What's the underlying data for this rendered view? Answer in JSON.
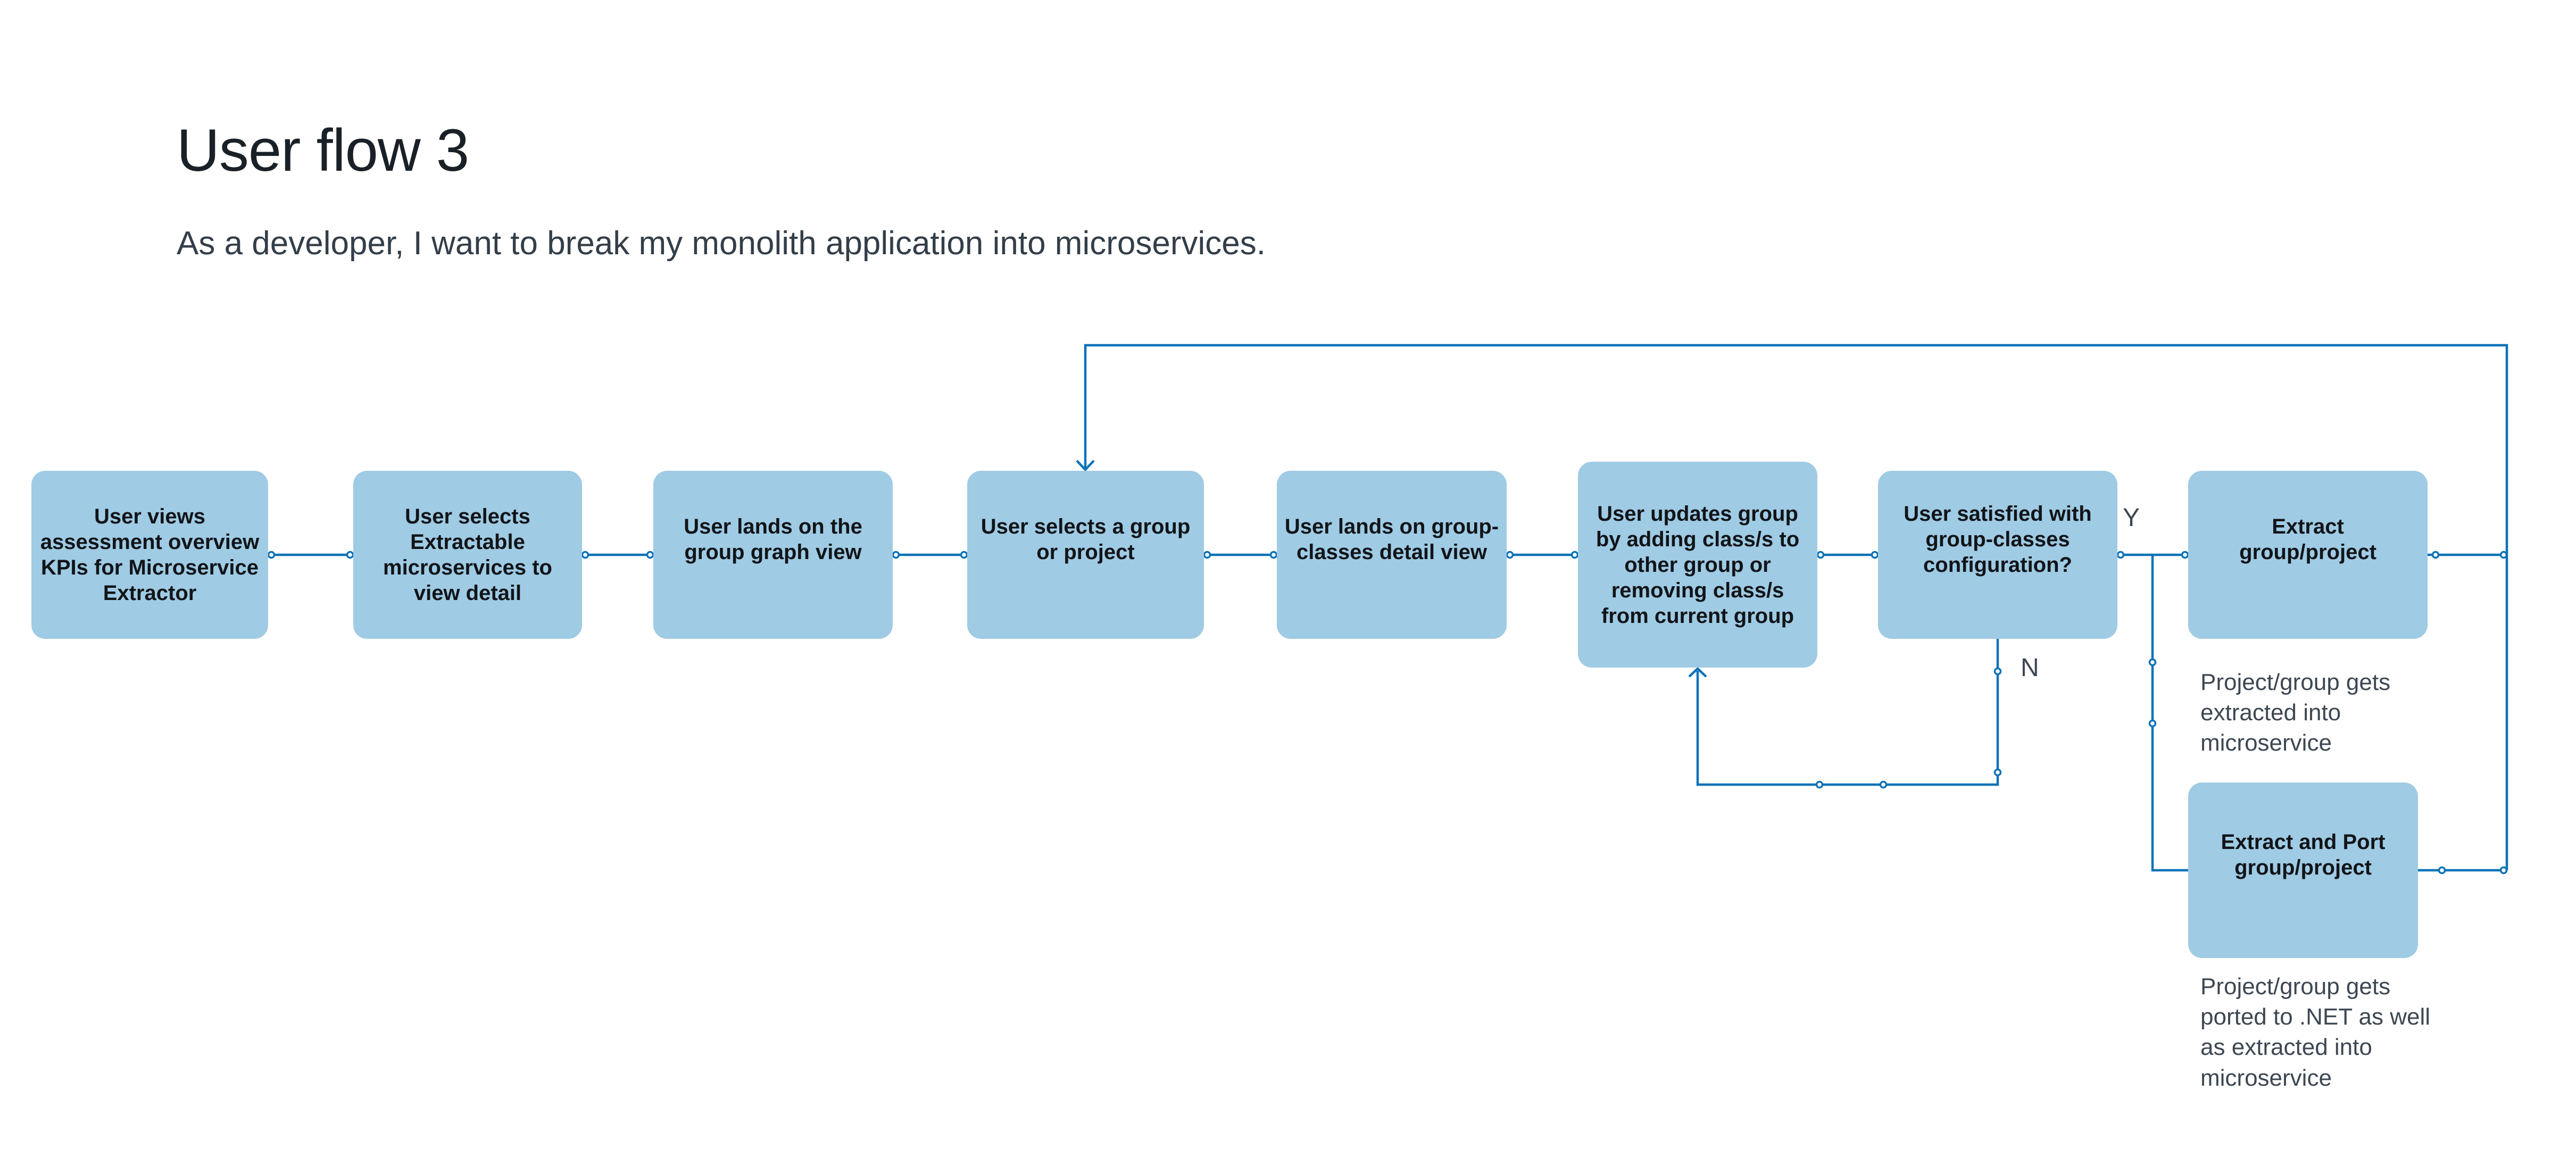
{
  "page": {
    "title": "User flow 3",
    "subtitle": "As a developer, I want to break my monolith application into microservices."
  },
  "flow": {
    "steps": [
      {
        "label": "User views\nassessment overview\nKPIs for Microservice\nExtractor"
      },
      {
        "label": "User selects\nExtractable\nmicroservices to\nview detail"
      },
      {
        "label": "User lands on the\ngroup graph view"
      },
      {
        "label": "User selects a group\nor project"
      },
      {
        "label": "User lands on group-\nclasses detail view"
      },
      {
        "label": "User updates group\nby adding class/s to\nother group or\nremoving class/s\nfrom current group"
      },
      {
        "label": "User satisfied with\ngroup-classes\nconfiguration?"
      },
      {
        "label": "Extract\ngroup/project"
      },
      {
        "label": "Extract and Port\ngroup/project"
      }
    ],
    "branch_labels": {
      "yes": "Y",
      "no": "N"
    },
    "annotations": [
      {
        "text": "Project/group gets\nextracted into\nmicroservice"
      },
      {
        "text": "Project/group gets\nported to .NET as well\nas extracted into\nmicroservice"
      }
    ]
  },
  "colors": {
    "box_fill": "#9fcbe4",
    "connector": "#0d72b9",
    "box_text": "#111418",
    "annotation_text": "#3d4752",
    "title_text": "#1a2027",
    "subtitle_text": "#333e49"
  }
}
